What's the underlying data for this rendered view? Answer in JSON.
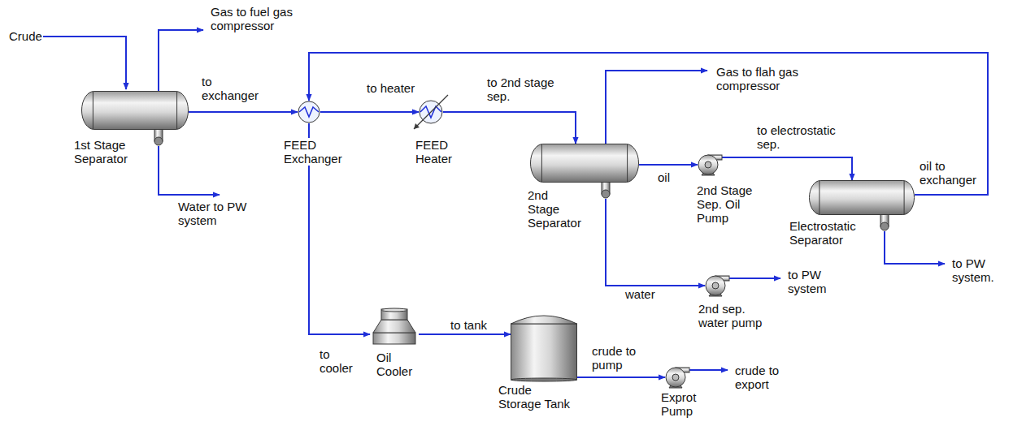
{
  "diagram": {
    "nodes": [
      {
        "text": [
          "1st Stage Separator"
        ]
      },
      {
        "text": [
          "FEED Exchanger"
        ]
      },
      {
        "text": [
          "FEED Heater"
        ]
      },
      {
        "text": [
          "2nd Stage Separator"
        ]
      },
      {
        "text": [
          "2nd Stage Sep. Oil Pump"
        ]
      },
      {
        "text": [
          "Electrostatic Separator"
        ]
      },
      {
        "text": [
          "2nd sep. water pump"
        ]
      },
      {
        "text": [
          "Oil Cooler"
        ]
      },
      {
        "text": [
          "Crude Storage Tank"
        ]
      },
      {
        "text": [
          "Exprot Pump"
        ]
      }
    ],
    "edges": [
      {
        "from": 0,
        "to": 1,
        "arrow": "to",
        "label": "to exchanger"
      },
      {
        "from": 1,
        "to": 2,
        "arrow": "to",
        "label": "to heater"
      },
      {
        "from": 2,
        "to": 3,
        "arrow": "to",
        "label": "to 2nd stage sep."
      },
      {
        "from": 3,
        "to": 4,
        "arrow": "to",
        "label": "oil"
      },
      {
        "from": 4,
        "to": 5,
        "arrow": "to",
        "label": "to electrostatic sep."
      },
      {
        "from": 5,
        "to": 1,
        "arrow": "to",
        "label": "oil to exchanger"
      },
      {
        "from": 3,
        "to": 6,
        "arrow": "to",
        "label": "water"
      },
      {
        "from": 1,
        "to": 7,
        "arrow": "to",
        "label": "to cooler"
      },
      {
        "from": 7,
        "to": 8,
        "arrow": "to",
        "label": "to tank"
      },
      {
        "from": 8,
        "to": 9,
        "arrow": "to",
        "label": "crude to pump"
      }
    ],
    "labels": [
      "Crude",
      "Gas to fuel gas compressor",
      "Water to PW system",
      "Gas to flah gas compressor",
      "to PW system",
      "to PW system.",
      "crude to export"
    ]
  }
}
